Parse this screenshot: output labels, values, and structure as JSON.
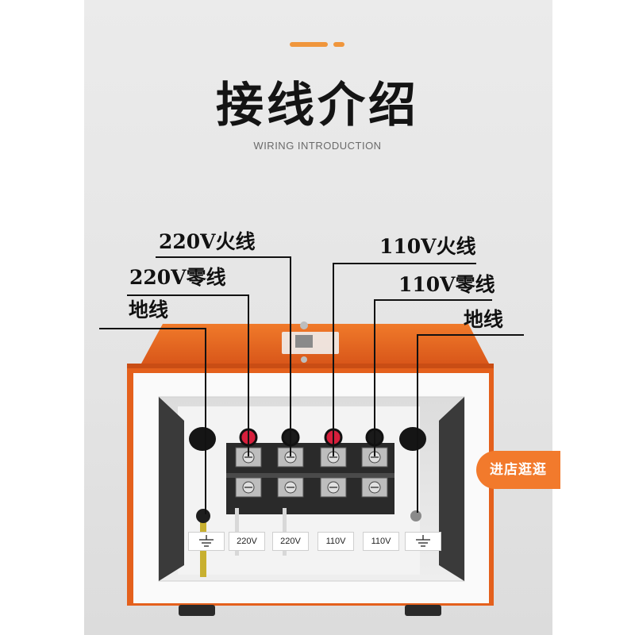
{
  "header": {
    "title": "接线介绍",
    "subtitle": "WIRING INTRODUCTION",
    "accent_color": "#f0963c"
  },
  "callouts": {
    "live_220": "220V火线",
    "neutral_220": "220V零线",
    "ground_left": "地线",
    "live_110": "110V火线",
    "neutral_110": "110V零线",
    "ground_right": "地线"
  },
  "terminal_tags": {
    "ground_left": "ground-symbol",
    "tag_1": "220V",
    "tag_2": "220V",
    "tag_3": "110V",
    "tag_4": "110V",
    "ground_right": "ground-symbol"
  },
  "device": {
    "casing_color": "#e8621a",
    "panel_color": "#f7f7f7",
    "terminal_caps": [
      "#d61f3c",
      "#1a1a1a",
      "#d61f3c",
      "#1a1a1a"
    ]
  },
  "shop_button": {
    "label": "进店逛逛",
    "color": "#f27a2c"
  }
}
